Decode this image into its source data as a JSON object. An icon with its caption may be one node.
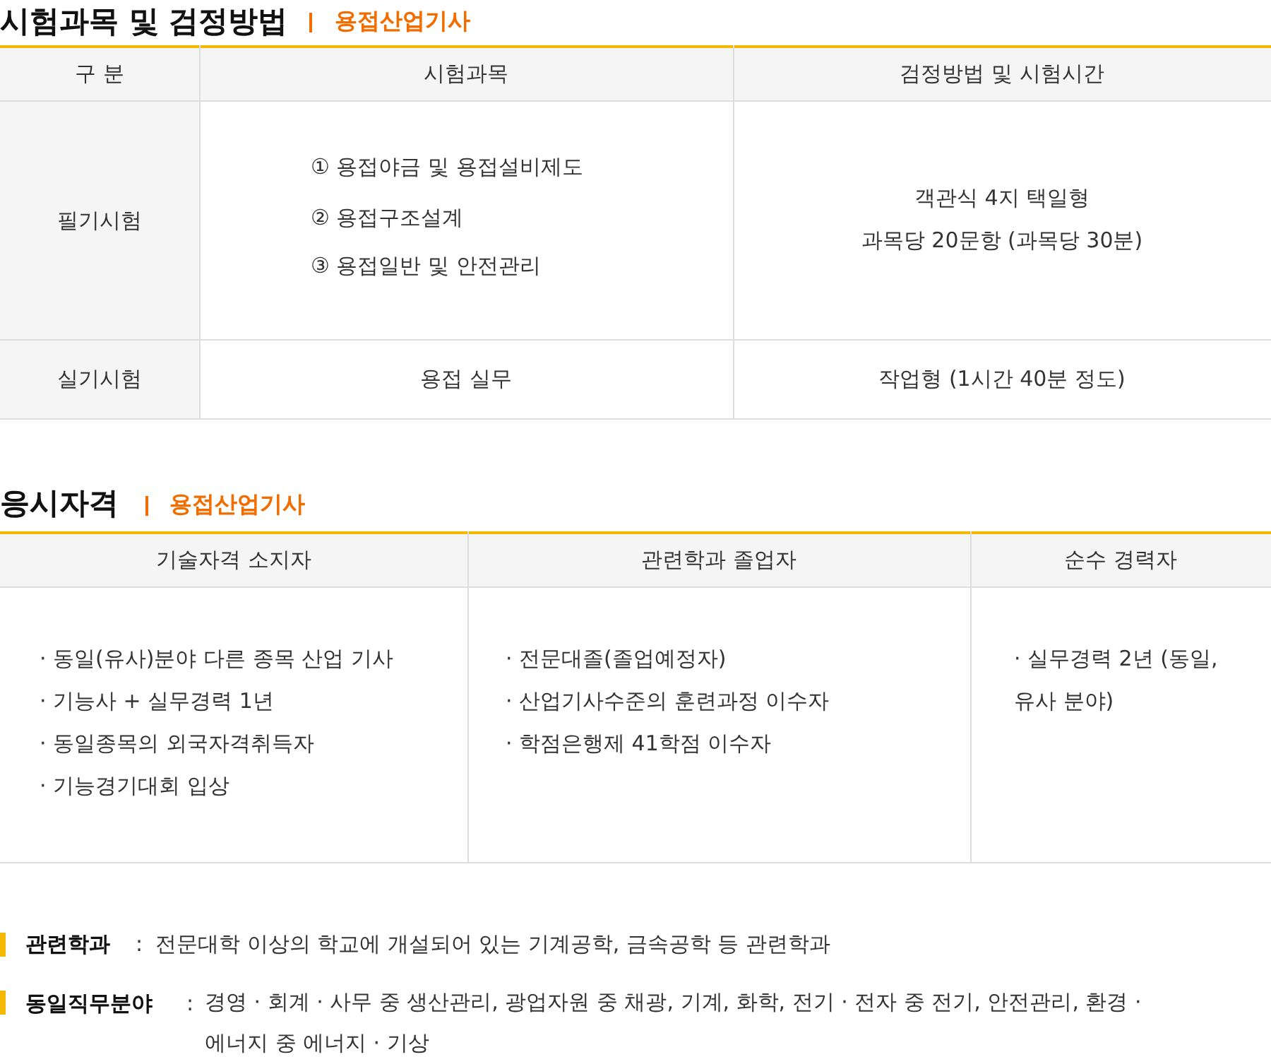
{
  "diagram": {
    "labels": [
      "시험과목 및 검정방법",
      "용접산업기사",
      "구 분",
      "시험과목",
      "검정방법 및 시험시간",
      "필기시험",
      "① 용접야금 및 용접설비제도",
      "② 용접구조설계",
      "③ 용접일반 및 안전관리",
      "객관식 4지 택일형",
      "과목당 20문항 (과목당 30분)",
      "실기시험",
      "용접 실무",
      "작업형 (1시간 40분 정도)",
      "응시자격",
      "용접산업기사",
      "기술자격 소지자",
      "관련학과 졸업자",
      "순수 경력자",
      "· 동일(유사)분야 다른 종목 산업 기사",
      "· 기능사 + 실무경력 1년",
      "· 동일종목의 외국자격취득자",
      "· 기능경기대회 입상",
      "· 전문대졸(졸업예정자)",
      "· 산업기사수준의 훈련과정 이수자",
      "· 학점은행제 41학점 이수자",
      "· 실무경력 2년 (동일, 유사 분야)",
      "관련학과",
      ":",
      "전문대학 이상의 학교에 개설되어 있는 기계공학, 금속공학 등 관련학과",
      "동일직무분야",
      ":",
      "경영 · 회계 · 사무 중 생산관리, 광업자원 중 채광, 기계, 화학, 전기 · 전자 중 전기, 안전관리, 환경 · 에너지 중 에너지 · 기상"
    ]
  }
}
